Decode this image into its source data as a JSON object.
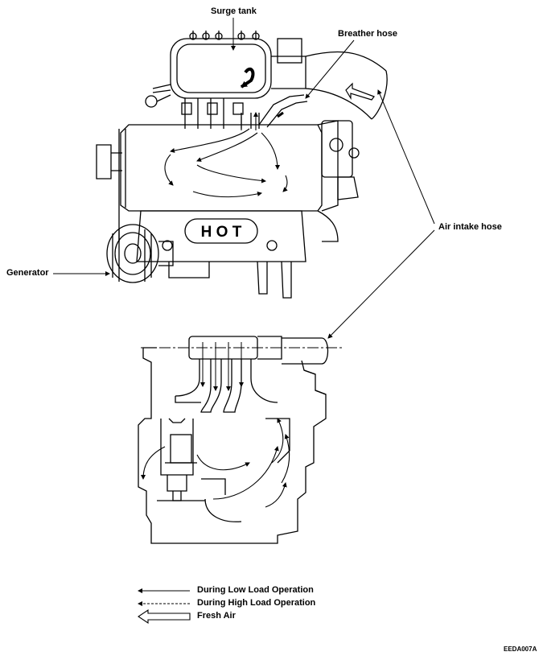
{
  "labels": {
    "surge_tank": "Surge tank",
    "breather_hose": "Breather hose",
    "air_intake_hose": "Air intake hose",
    "generator": "Generator",
    "hot_plate": "H O T"
  },
  "legend": {
    "low_load": "During Low Load Operation",
    "high_load": "During High Load Operation",
    "fresh_air": "Fresh Air"
  },
  "figure_code": "EEDA007A"
}
